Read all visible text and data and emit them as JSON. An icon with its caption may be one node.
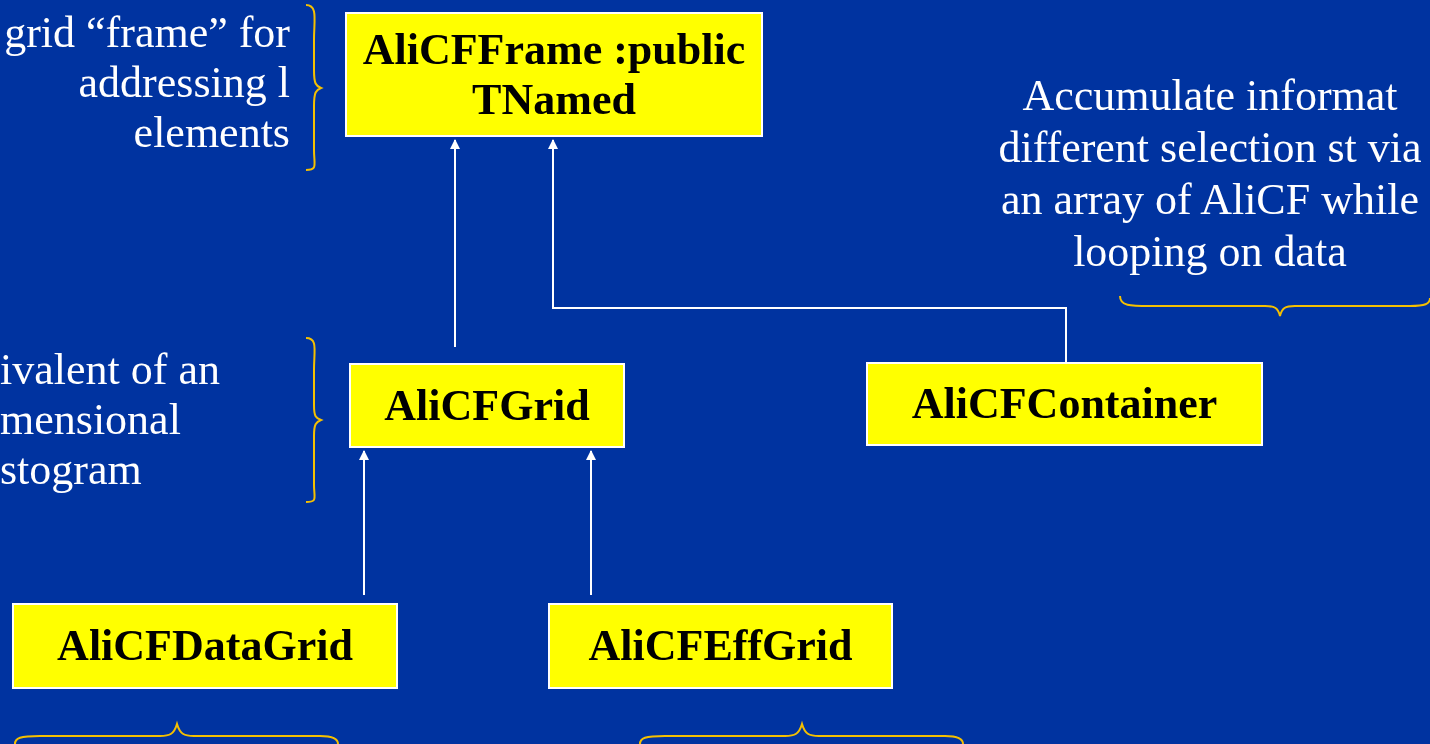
{
  "diagram": {
    "nodes": [
      {
        "text": [
          "AliCFFrame :public TNamed"
        ]
      },
      {
        "text": [
          "AliCFGrid"
        ]
      },
      {
        "text": [
          "AliCFContainer"
        ]
      },
      {
        "text": [
          "AliCFDataGrid"
        ]
      },
      {
        "text": [
          "AliCFEffGrid"
        ]
      }
    ],
    "edges": [
      {
        "from": 1,
        "to": 0,
        "arrow": "to"
      },
      {
        "from": 2,
        "to": 0,
        "arrow": "to"
      },
      {
        "from": 3,
        "to": 1,
        "arrow": "to"
      },
      {
        "from": 4,
        "to": 1,
        "arrow": "to"
      }
    ],
    "labels": [
      "grid “frame” for addressing l elements",
      "ivalent of an mensional stogram",
      "Accumulate informat different selection st via an array of AliCF while looping on data"
    ]
  }
}
